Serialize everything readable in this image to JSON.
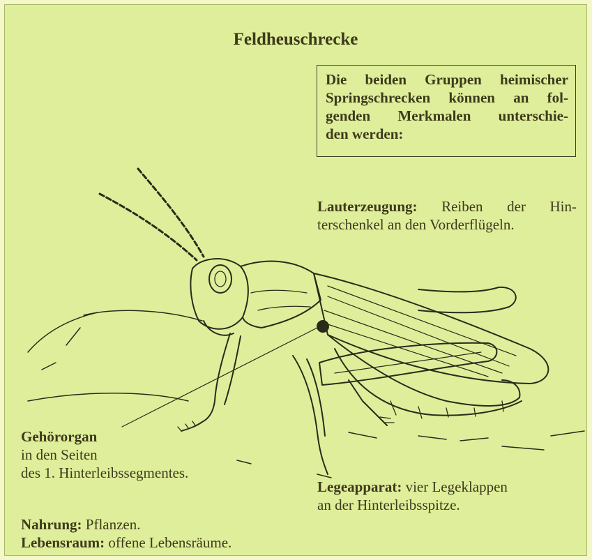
{
  "title": "Feldheuschrecke",
  "info_box": {
    "lines": [
      "Die beiden Gruppen heimischer",
      "Springschrecken können an fol-",
      "genden Merkmalen unterschie-",
      "den werden:"
    ]
  },
  "sound": {
    "label": "Lauterzeugung:",
    "line1": "Reiben der Hin-",
    "line2": "terschenkel an den Vorderflügeln."
  },
  "hearing": {
    "label": "Gehörorgan",
    "line1": "in den Seiten",
    "line2": "des 1. Hinterleibssegmentes."
  },
  "ovipositor": {
    "label": "Legeapparat:",
    "line1": "vier Legeklappen",
    "line2": "an der Hinterleibsspitze."
  },
  "food": {
    "label": "Nahrung:",
    "text": "Pflanzen."
  },
  "habitat": {
    "label": "Lebensraum:",
    "text": "offene Lebensräume."
  },
  "colors": {
    "background": "#dfee9a",
    "ink": "#2a2a1a"
  }
}
